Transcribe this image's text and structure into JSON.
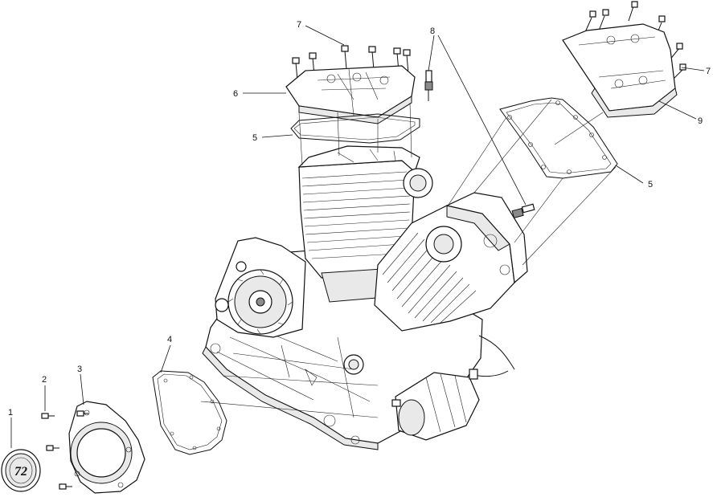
{
  "callouts": [
    {
      "id": "c1",
      "label": "1"
    },
    {
      "id": "c2",
      "label": "2"
    },
    {
      "id": "c3",
      "label": "3"
    },
    {
      "id": "c4",
      "label": "4"
    },
    {
      "id": "c5a",
      "label": "5"
    },
    {
      "id": "c5b",
      "label": "5"
    },
    {
      "id": "c6",
      "label": "6"
    },
    {
      "id": "c7a",
      "label": "7"
    },
    {
      "id": "c7b",
      "label": "7"
    },
    {
      "id": "c8",
      "label": "8"
    },
    {
      "id": "c9",
      "label": "9"
    }
  ],
  "emblem_text": "72"
}
